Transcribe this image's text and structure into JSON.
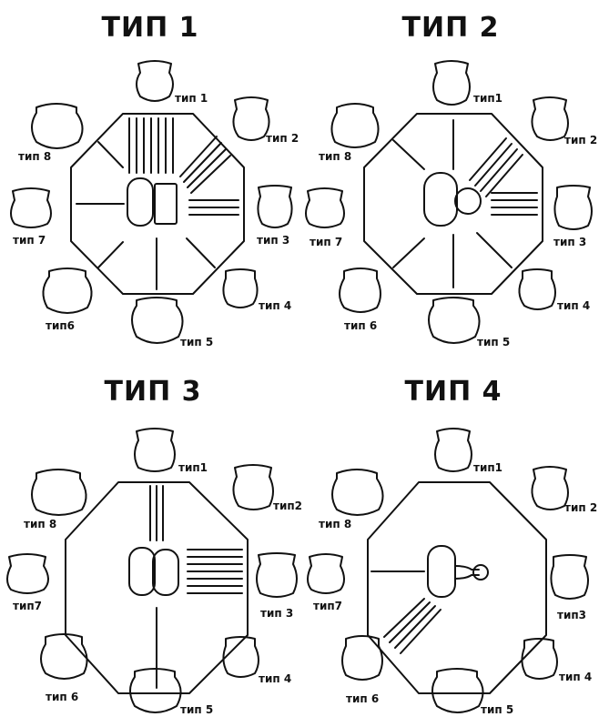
{
  "panels": [
    {
      "title": "ТИП 1",
      "pot_labels": [
        "тип 1",
        "тип 2",
        "тип 3",
        "тип 4",
        "тип 5",
        "тип6",
        "тип 7",
        "тип 8"
      ]
    },
    {
      "title": "ТИП 2",
      "pot_labels": [
        "тип1",
        "тип 2",
        "тип 3",
        "тип 4",
        "тип 5",
        "тип 6",
        "тип 7",
        "тип 8"
      ]
    },
    {
      "title": "ТИП 3",
      "pot_labels": [
        "тип1",
        "тип2",
        "тип 3",
        "тип 4",
        "тип 5",
        "тип 6",
        "тип7",
        "тип 8"
      ]
    },
    {
      "title": "ТИП 4",
      "pot_labels": [
        "тип1",
        "тип 2",
        "тип3",
        "тип 4",
        "тип 5",
        "тип 6",
        "тип7",
        "тип 8"
      ]
    }
  ]
}
